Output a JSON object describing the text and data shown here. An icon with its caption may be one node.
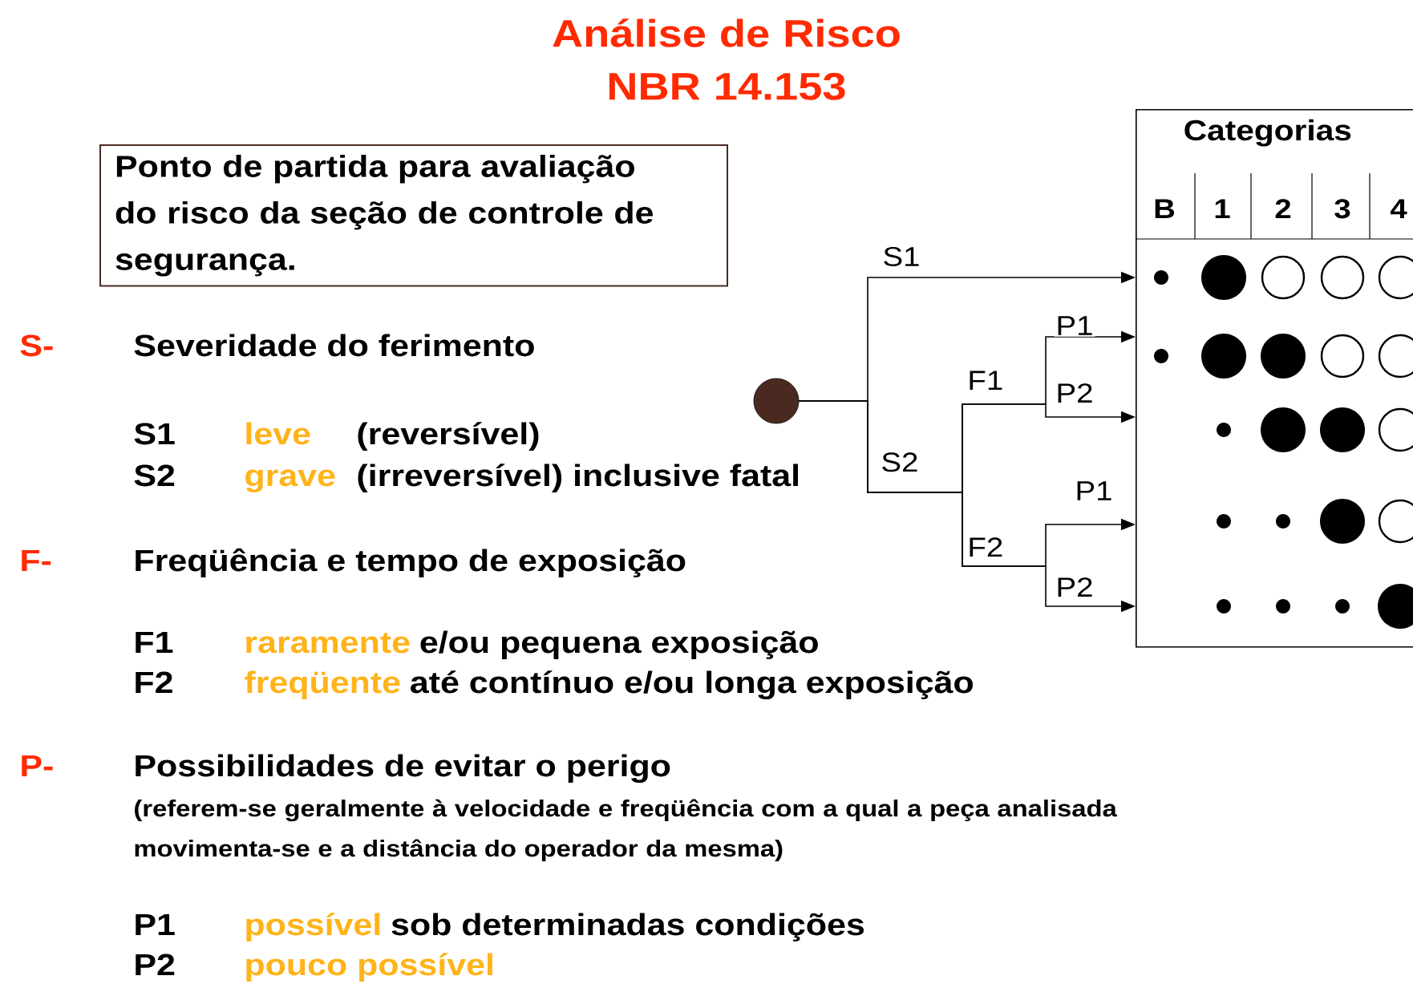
{
  "diagram": {
    "title": "Análise de Risco NBR 14.153",
    "nodes": [
      {
        "text": [
          "Ponto de partida para avaliação do risco da seção de controle de segurança."
        ]
      },
      {
        "text": [],
        "shape": "circle"
      },
      {
        "text": [
          "Categorias"
        ]
      }
    ],
    "edges": [
      {
        "from": 1,
        "to": 2,
        "arrow": "to",
        "label": "S1"
      },
      {
        "from": 1,
        "to": 2,
        "arrow": "to",
        "label": "P1"
      },
      {
        "from": 1,
        "to": 2,
        "arrow": "to",
        "label": "P2"
      },
      {
        "from": 1,
        "to": 2,
        "arrow": "to",
        "label": "P1"
      },
      {
        "from": 1,
        "to": 2,
        "arrow": "to",
        "label": "P2"
      }
    ],
    "labels": [
      "S-",
      "Severidade do ferimento",
      "S1",
      "leve",
      "(reversível)",
      "S2",
      "grave",
      "(irreversível) inclusive fatal",
      "F-",
      "Freqüência e tempo de exposição",
      "F1",
      "raramente",
      "e/ou pequena exposição",
      "F2",
      "freqüente",
      "até contínuo e/ou longa exposição",
      "P-",
      "Possibilidades de evitar o perigo",
      "(referem-se geralmente à velocidade e freqüência com a qual a peça analisada movimenta-se e a distância do operador da mesma)",
      "P1",
      "possível",
      "sob determinadas condições",
      "P2",
      "pouco possível",
      "S2",
      "F1",
      "F2",
      "B",
      "1",
      "2",
      "3",
      "4"
    ]
  }
}
